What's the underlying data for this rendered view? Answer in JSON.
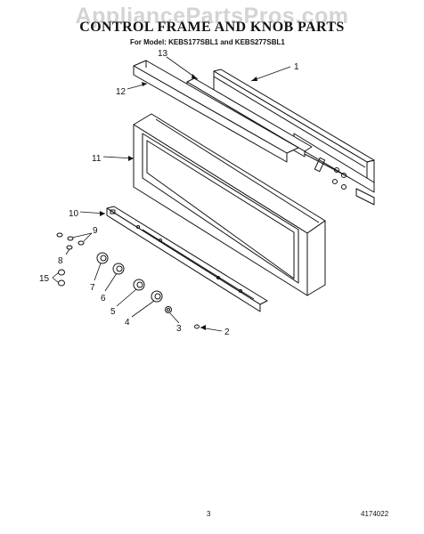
{
  "watermark": "AppliancePartsPros.com",
  "header": {
    "title": "CONTROL FRAME AND KNOB PARTS",
    "subtitle": "For Model: KEBS177SBL1 and KEBS277SBL1"
  },
  "callouts": {
    "c1": "1",
    "c2": "2",
    "c3": "3",
    "c4": "4",
    "c5": "5",
    "c6": "6",
    "c7": "7",
    "c8": "8",
    "c9": "9",
    "c10": "10",
    "c11": "11",
    "c12": "12",
    "c13": "13",
    "c15": "15"
  },
  "footer": {
    "page_number": "3",
    "doc_number": "4174022"
  }
}
